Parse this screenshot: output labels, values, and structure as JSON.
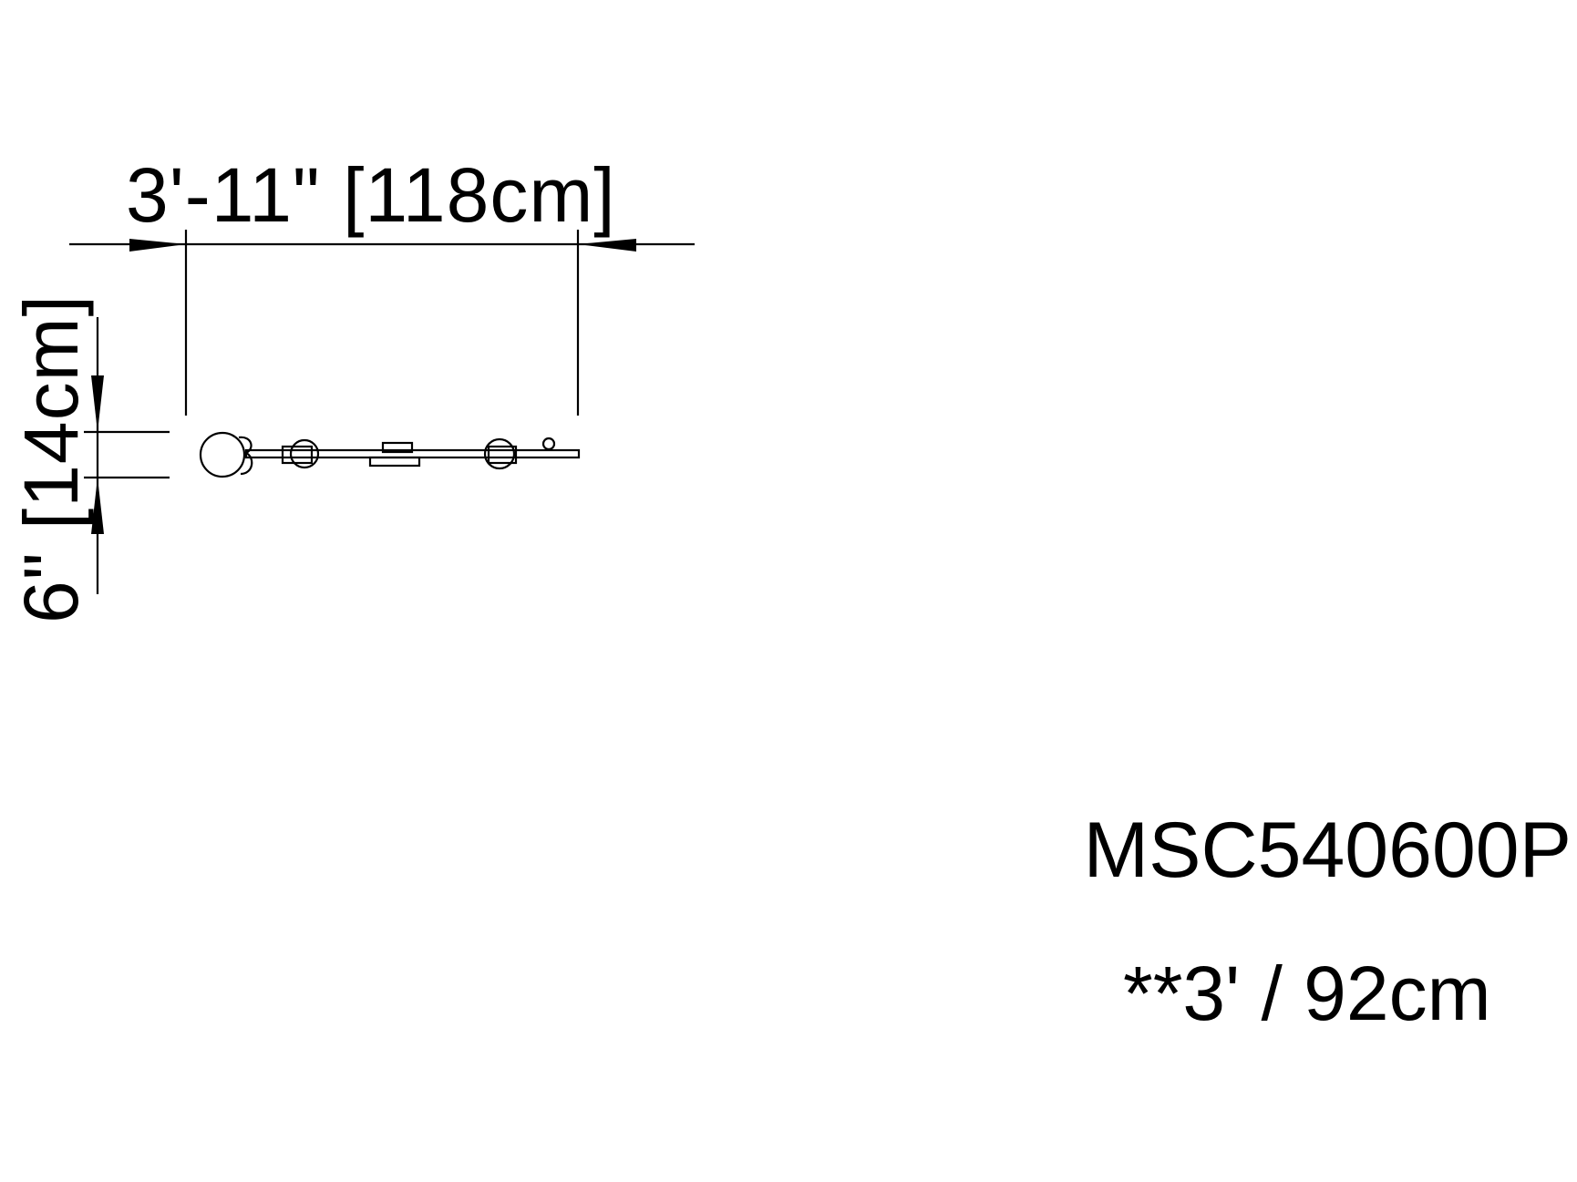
{
  "dimensions": {
    "width": "3'-11\" [118cm]",
    "depth": "6\" [14cm]"
  },
  "model": {
    "number": "MSC540600P",
    "length_note": "**3' / 92cm"
  },
  "colors": {
    "line": "#000000",
    "background": "#ffffff"
  }
}
